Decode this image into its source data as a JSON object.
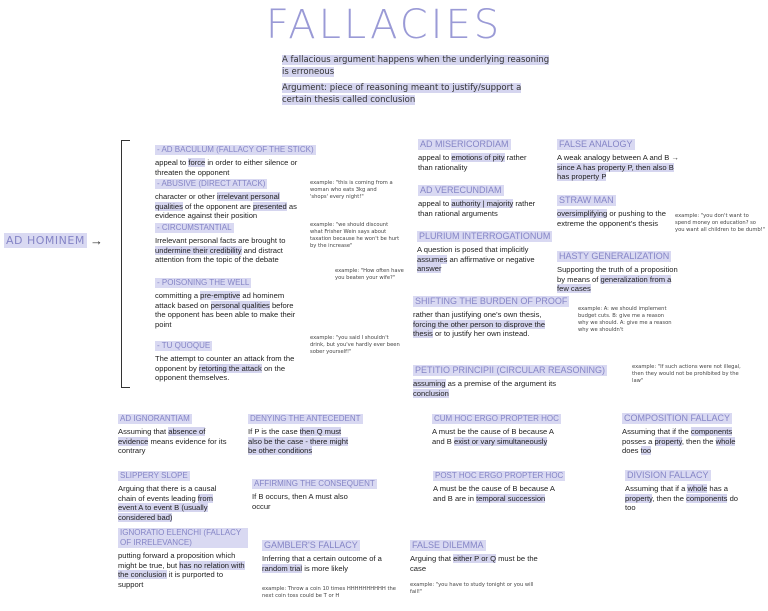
{
  "title": "FALLACIES",
  "intro": [
    "A fallacious argument happens when the underlying reasoning is erroneous",
    "Argument: piece of reasoning meant to justify/support a certain thesis called conclusion"
  ],
  "ad_hominem": "AD HOMINEM",
  "colors": {
    "heading": "#8585c6",
    "highlight": "#d5d5ef",
    "title": "#9a9ad6"
  },
  "sections": [
    {
      "id": "ad-baculum",
      "heading": "- Ad baculum (fallacy of the stick)",
      "body": [
        {
          "t": "appeal to "
        },
        {
          "t": "force",
          "hl": 1
        },
        {
          "t": " in order to either silence or threaten the opponent"
        }
      ]
    },
    {
      "id": "abusive",
      "heading": "- Abusive (direct attack)",
      "body": [
        {
          "t": "character or other "
        },
        {
          "t": "irrelevant personal qualities",
          "hl": 1
        },
        {
          "t": " of the opponent are "
        },
        {
          "t": "presented",
          "hl": 1
        },
        {
          "t": " as evidence against their position"
        }
      ]
    },
    {
      "id": "circumstantial",
      "heading": "- Circumstantial",
      "body": [
        {
          "t": "Irrelevant personal facts are brought to "
        },
        {
          "t": "undermine their credibility",
          "hl": 1
        },
        {
          "t": " and distract attention from the topic of the debate"
        }
      ]
    },
    {
      "id": "poisoning",
      "heading": "- Poisoning the well",
      "body": [
        {
          "t": "committing a "
        },
        {
          "t": "pre-emptive",
          "hl": 1
        },
        {
          "t": " ad hominem attack based on "
        },
        {
          "t": "personal qualities",
          "hl": 1
        },
        {
          "t": " before the opponent has been able to make their point"
        }
      ]
    },
    {
      "id": "tu-quoque",
      "heading": "- Tu quoque",
      "body": [
        {
          "t": "The attempt to counter an attack from the opponent by "
        },
        {
          "t": "retorting the attack",
          "hl": 1
        },
        {
          "t": " on the opponent themselves."
        }
      ]
    },
    {
      "id": "misericordiam",
      "heading": "Ad misericordiam",
      "body": [
        {
          "t": "appeal to "
        },
        {
          "t": "emotions of pity",
          "hl": 1
        },
        {
          "t": " rather than rationality"
        }
      ]
    },
    {
      "id": "verecundiam",
      "heading": "Ad verecundiam",
      "body": [
        {
          "t": "appeal to "
        },
        {
          "t": "authority | majority",
          "hl": 1
        },
        {
          "t": " rather than rational arguments"
        }
      ]
    },
    {
      "id": "plurium",
      "heading": "Plurium interrogationum",
      "body": [
        {
          "t": "A question is posed that implicitly "
        },
        {
          "t": "assumes",
          "hl": 1
        },
        {
          "t": " an affirmative or negative "
        },
        {
          "t": "answer",
          "hl": 1
        }
      ]
    },
    {
      "id": "shifting",
      "heading": "Shifting the burden of proof",
      "body": [
        {
          "t": "rather than justifying one's own thesis, "
        },
        {
          "t": "forcing the other person to disprove the thesis",
          "hl": 1
        },
        {
          "t": " or to justify her own instead."
        }
      ]
    },
    {
      "id": "petitio",
      "heading": "Petitio principii (circular reasoning)",
      "body": [
        {
          "t": "assuming",
          "hl": 1
        },
        {
          "t": " as a premise of the argument its "
        },
        {
          "t": "conclusion",
          "hl": 1
        }
      ]
    },
    {
      "id": "false-analogy",
      "heading": "False analogy",
      "body": [
        {
          "t": "A weak analogy between A and B → "
        },
        {
          "t": "since A has property P, then also B has property P",
          "hl": 1
        }
      ]
    },
    {
      "id": "straw-man",
      "heading": "Straw man",
      "body": [
        {
          "t": "oversimplifying",
          "hl": 1
        },
        {
          "t": " or pushing to the extreme the opponent's thesis"
        }
      ]
    },
    {
      "id": "hasty",
      "heading": "Hasty generalization",
      "body": [
        {
          "t": "Supporting the truth of a proposition by means of "
        },
        {
          "t": "generalization from a few cases",
          "hl": 1
        }
      ]
    },
    {
      "id": "ignorantiam",
      "heading": "Ad ignorantiam",
      "body": [
        {
          "t": "Assuming that "
        },
        {
          "t": "absence of evidence",
          "hl": 1
        },
        {
          "t": " means evidence for its contrary"
        }
      ]
    },
    {
      "id": "denying",
      "heading": "Denying the antecedent",
      "body": [
        {
          "t": "If P is the case "
        },
        {
          "t": "then Q must also be the case",
          "hl": 1
        },
        {
          "t": " - there might be other conditions",
          "hl": 1
        }
      ]
    },
    {
      "id": "cum-hoc",
      "heading": "Cum hoc ergo propter hoc",
      "body": [
        {
          "t": "A must be the cause of B because A and B "
        },
        {
          "t": "exist or vary simultaneously",
          "hl": 1
        }
      ]
    },
    {
      "id": "composition",
      "heading": "Composition fallacy",
      "body": [
        {
          "t": "Assuming that if the "
        },
        {
          "t": "components",
          "hl": 1
        },
        {
          "t": " posses a "
        },
        {
          "t": "property",
          "hl": 1
        },
        {
          "t": ", then the "
        },
        {
          "t": "whole",
          "hl": 1
        },
        {
          "t": " does "
        },
        {
          "t": "too",
          "hl": 1
        }
      ]
    },
    {
      "id": "slippery",
      "heading": "Slippery slope",
      "body": [
        {
          "t": "Arguing that there is a causal chain of events leading "
        },
        {
          "t": "from event A to event B (usually considered bad)",
          "hl": 1
        }
      ]
    },
    {
      "id": "affirming",
      "heading": "Affirming the consequent",
      "body": [
        {
          "t": "If B occurs, then A must also occur"
        }
      ]
    },
    {
      "id": "post-hoc",
      "heading": "Post hoc ergo propter hoc",
      "body": [
        {
          "t": "A must be the cause of B because A and B are in "
        },
        {
          "t": "temporal succession",
          "hl": 1
        }
      ]
    },
    {
      "id": "division",
      "heading": "Division fallacy",
      "body": [
        {
          "t": "Assuming that if a "
        },
        {
          "t": "whole",
          "hl": 1
        },
        {
          "t": " has a "
        },
        {
          "t": "property",
          "hl": 1
        },
        {
          "t": ", then the "
        },
        {
          "t": "components",
          "hl": 1
        },
        {
          "t": " do too"
        }
      ]
    },
    {
      "id": "ignoratio",
      "heading": "Ignoratio elenchi (fallacy of irrelevance)",
      "body": [
        {
          "t": "putting forward a proposition which might be true, but "
        },
        {
          "t": "has no relation with the conclusion",
          "hl": 1
        },
        {
          "t": " it is purported to support"
        }
      ]
    },
    {
      "id": "gambler",
      "heading": "Gambler's fallacy",
      "body": [
        {
          "t": "Inferring that a certain outcome of a "
        },
        {
          "t": "random trial",
          "hl": 1
        },
        {
          "t": " is more likely"
        }
      ]
    },
    {
      "id": "false-dilemma",
      "heading": "False dilemma",
      "body": [
        {
          "t": "Arguing that "
        },
        {
          "t": "either P or Q",
          "hl": 1
        },
        {
          "t": " must be the case"
        }
      ]
    }
  ],
  "examples": {
    "abusive": "example: \"this is coming from a woman who eats 3kg and 'shops' every night!\"",
    "circumstantial": "example: \"we should discount what Frisher Wein says about taxation because he won't be hurt by the increase\"",
    "plurium": "example: \"How often have you beaten your wife?\"",
    "tu_quoque": "example: \"you said I shouldn't drink, but you've hardly ever been sober yourself!\"",
    "straw_man": "example: \"you don't want to spend money on education? so you want all children to be dumb!\"",
    "shifting": "example: A: we should implement budget cuts. B: give me a reason why we should. A: give me a reason why we shouldn't",
    "petitio": "example: \"If such actions were not illegal, then they would not be prohibited by the law\"",
    "gambler": "example: Throw a coin 10 times HHHHHHHHHH the next coin toss could be T or H",
    "false_dilemma": "example: \"you have to study tonight or you will fail!\""
  }
}
